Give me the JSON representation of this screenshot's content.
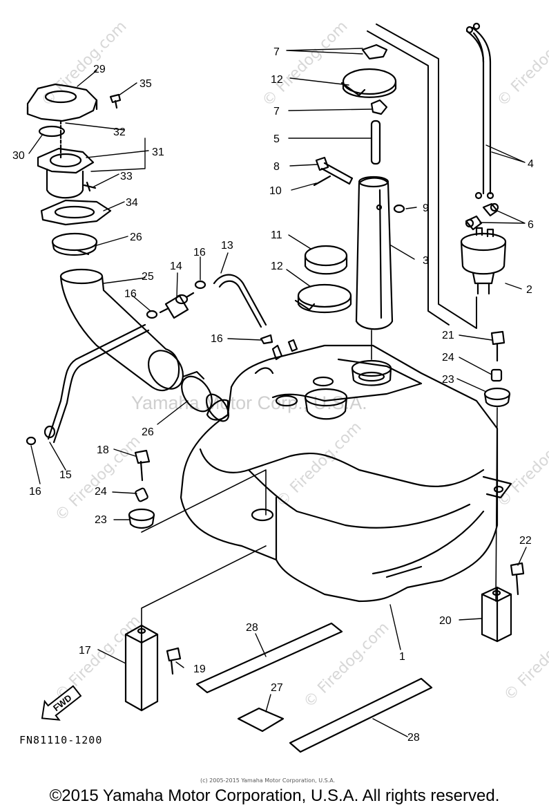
{
  "diagram": {
    "part_code": "FN81110-1200",
    "direction_label": "FWD",
    "watermark_brand": "© Firedog.com",
    "watermark_center": "Yamaha Motor Corp., U.S.A.",
    "small_copyright": "(c) 2005-2015 Yamaha Motor Corporation, U.S.A.",
    "copyright": "©2015 Yamaha Motor Corporation, U.S.A. All rights reserved.",
    "callouts": {
      "c1": "1",
      "c2": "2",
      "c3": "3",
      "c4": "4",
      "c5": "5",
      "c6": "6",
      "c7a": "7",
      "c7b": "7",
      "c8": "8",
      "c9": "9",
      "c10": "10",
      "c11": "11",
      "c12a": "12",
      "c12b": "12",
      "c13": "13",
      "c14": "14",
      "c15": "15",
      "c16a": "16",
      "c16b": "16",
      "c16c": "16",
      "c16d": "16",
      "c17": "17",
      "c18": "18",
      "c19": "19",
      "c20": "20",
      "c21": "21",
      "c22": "22",
      "c23a": "23",
      "c23b": "23",
      "c24a": "24",
      "c24b": "24",
      "c25": "25",
      "c26a": "26",
      "c26b": "26",
      "c27": "27",
      "c28a": "28",
      "c28b": "28",
      "c29": "29",
      "c30": "30",
      "c31": "31",
      "c32": "32",
      "c33": "33",
      "c34": "34",
      "c35": "35"
    }
  }
}
